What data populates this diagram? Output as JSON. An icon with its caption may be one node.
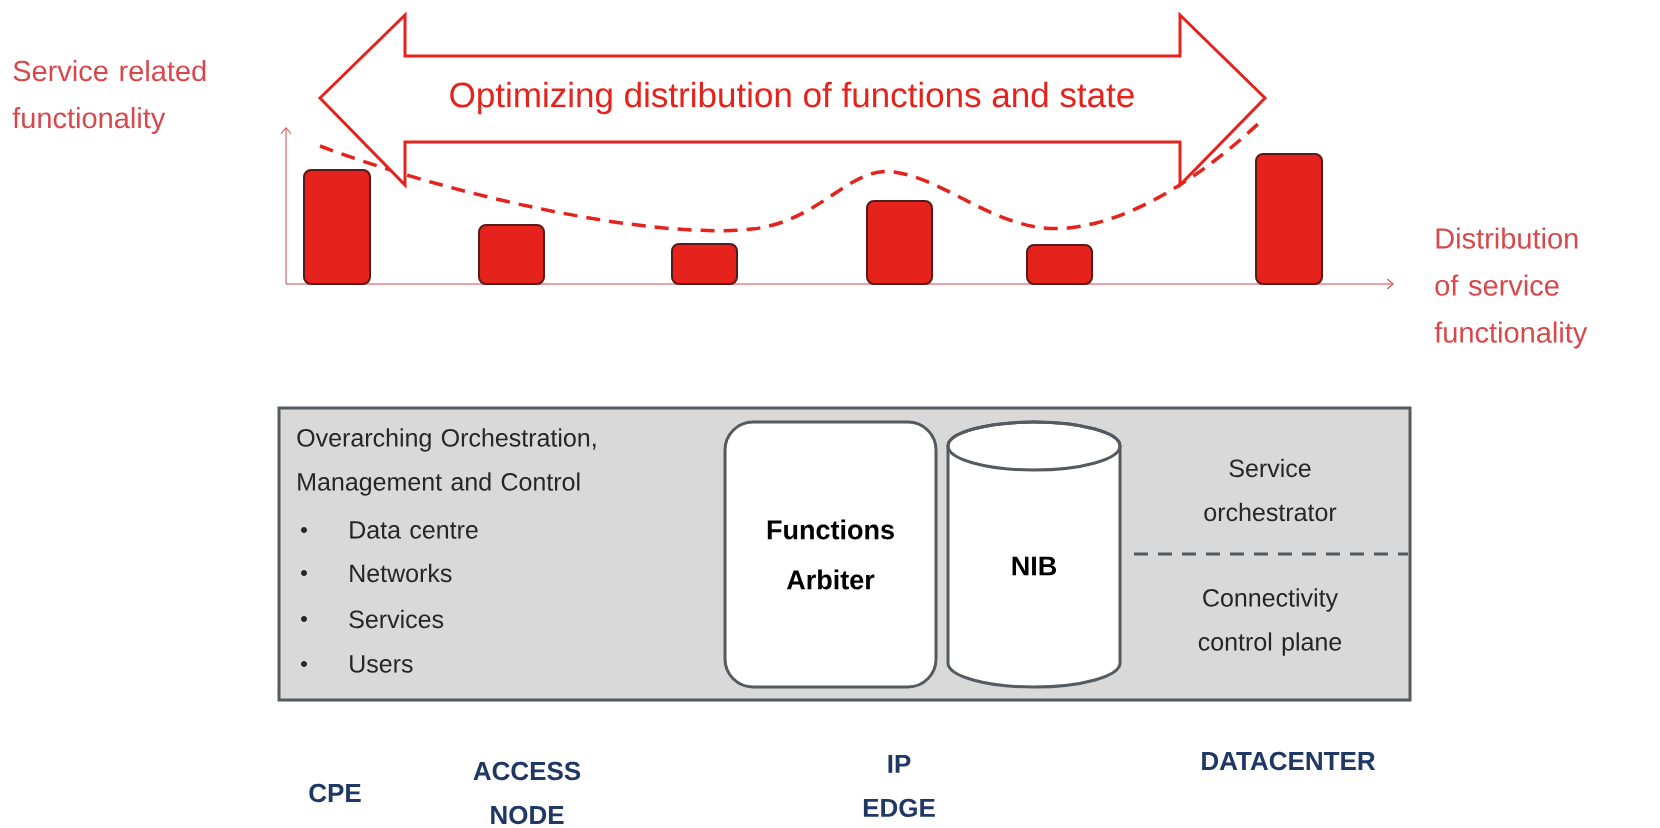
{
  "diagram": {
    "nodes": [
      {
        "text": [
          "Optimizing distribution of functions and state"
        ]
      },
      {
        "text": [
          "Overarching Orchestration, Management and Control",
          "Data centre",
          "Networks",
          "Services",
          "Users",
          "Service orchestrator",
          "Connectivity control plane"
        ]
      },
      {
        "text": [
          "Functions Arbiter"
        ],
        "in": 1
      },
      {
        "text": [
          "NIB"
        ],
        "in": 1
      }
    ],
    "labels": [
      "Service related functionality",
      "Distribution of service functionality",
      "CPE",
      "ACCESS NODE",
      "IP EDGE",
      "DATACENTER"
    ]
  }
}
